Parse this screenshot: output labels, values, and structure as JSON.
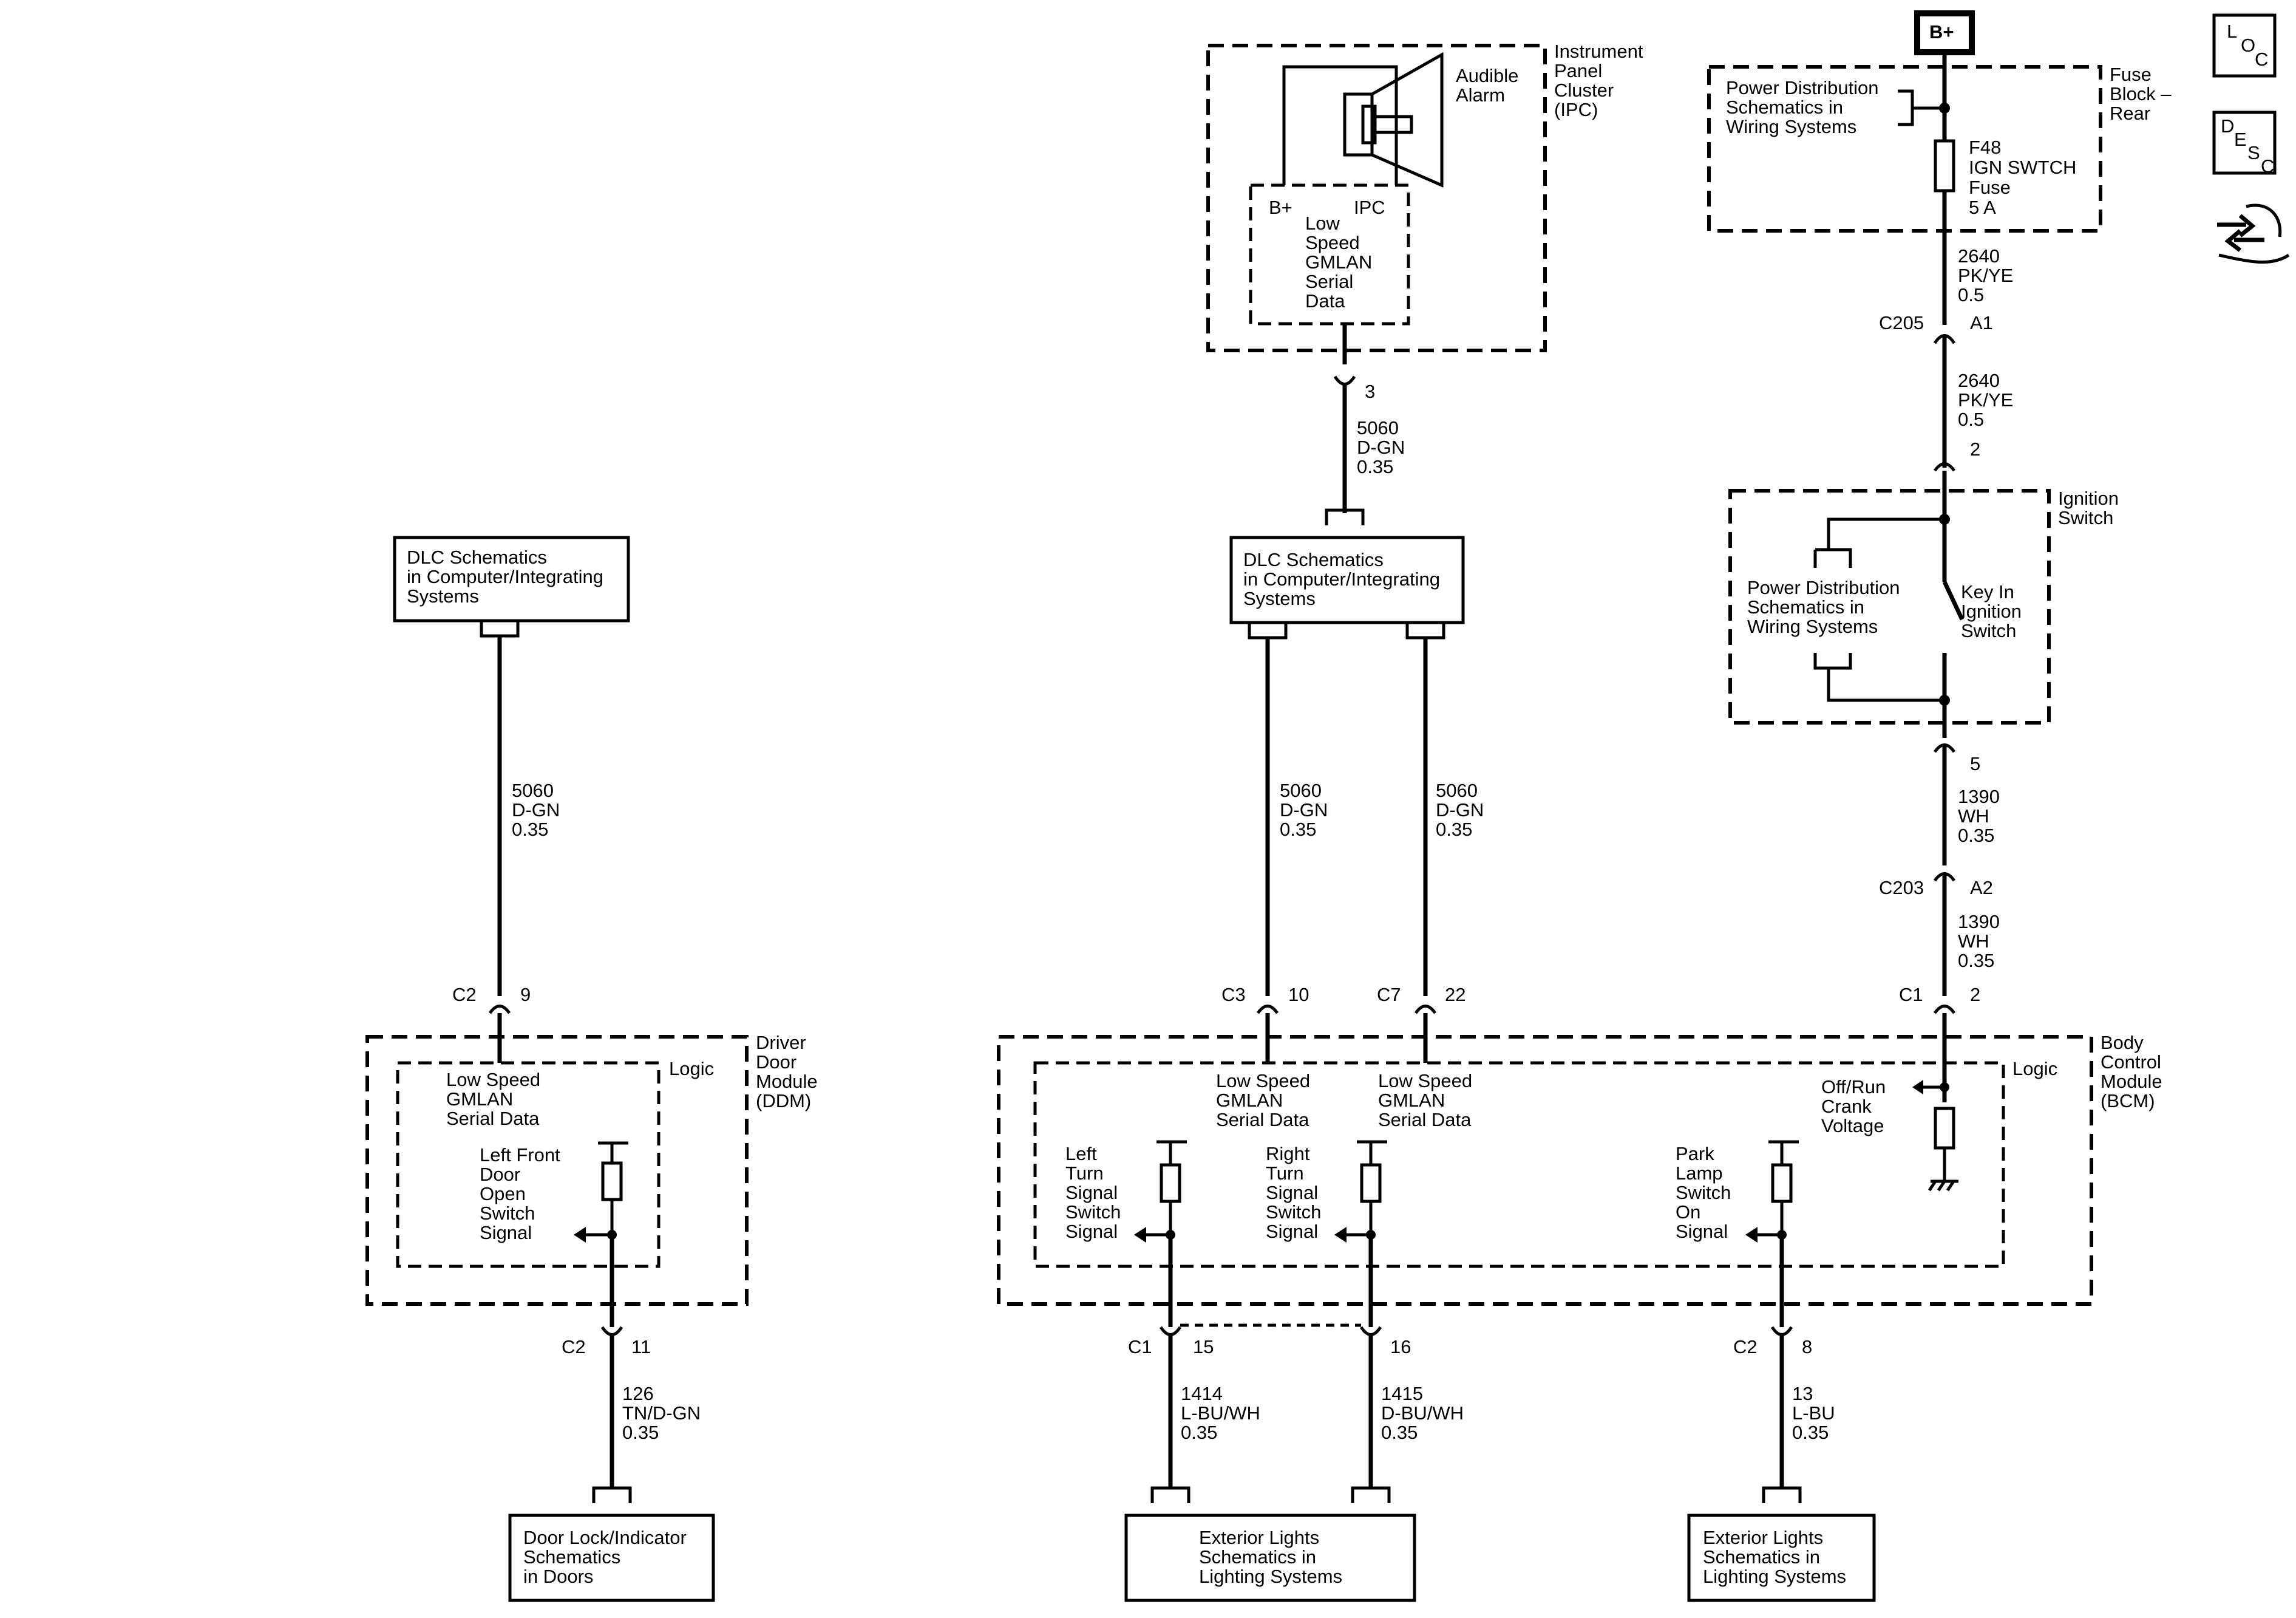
{
  "corner": {
    "loc": [
      "L",
      "O",
      "C"
    ],
    "desc": [
      "D",
      "E",
      "S",
      "C"
    ]
  },
  "battery": "B+",
  "fuse_block": {
    "name": [
      "Fuse",
      "Block –",
      "Rear"
    ],
    "ref": [
      "Power Distribution",
      "Schematics in",
      "Wiring Systems"
    ],
    "fuse": [
      "F48",
      "IGN SWTCH",
      "Fuse",
      "5 A"
    ]
  },
  "wire_2640": [
    "2640",
    "PK/YE",
    "0.5"
  ],
  "c205": {
    "conn": "C205",
    "pin": "A1"
  },
  "ign_pin_in": "2",
  "ignition_switch": {
    "name": [
      "Ignition",
      "Switch"
    ],
    "ref": [
      "Power Distribution",
      "Schematics in",
      "Wiring Systems"
    ],
    "key": [
      "Key In",
      "Ignition",
      "Switch"
    ]
  },
  "ign_pin_out": "5",
  "wire_1390": [
    "1390",
    "WH",
    "0.35"
  ],
  "c203": {
    "conn": "C203",
    "pin": "A2"
  },
  "bcm_c1": {
    "conn": "C1",
    "pin": "2"
  },
  "ipc": {
    "name": [
      "Instrument",
      "Panel",
      "Cluster",
      "(IPC)"
    ],
    "alarm": [
      "Audible",
      "Alarm"
    ],
    "bplus": "B+",
    "ipc": "IPC",
    "gmlan": [
      "Low",
      "Speed",
      "GMLAN",
      "Serial",
      "Data"
    ],
    "pin": "3"
  },
  "wire_5060": [
    "5060",
    "D-GN",
    "0.35"
  ],
  "dlc_ref": [
    "DLC Schematics",
    "in Computer/Integrating",
    "Systems"
  ],
  "ddm": {
    "name": [
      "Driver",
      "Door",
      "Module",
      "(DDM)"
    ],
    "logic": "Logic",
    "gmlan": [
      "Low Speed",
      "GMLAN",
      "Serial Data"
    ],
    "signal": [
      "Left Front",
      "Door",
      "Open",
      "Switch",
      "Signal"
    ],
    "top_conn": "C2",
    "top_pin": "9",
    "bot_conn": "C2",
    "bot_pin": "11"
  },
  "wire_126": [
    "126",
    "TN/D-GN",
    "0.35"
  ],
  "door_lock_ref": [
    "Door Lock/Indicator",
    "Schematics",
    "in Doors"
  ],
  "bcm": {
    "name": [
      "Body",
      "Control",
      "Module",
      "(BCM)"
    ],
    "logic": "Logic",
    "gmlan1": [
      "Low Speed",
      "GMLAN",
      "Serial Data"
    ],
    "gmlan2": [
      "Low Speed",
      "GMLAN",
      "Serial Data"
    ],
    "c3": "C3",
    "c3_pin": "10",
    "c7": "C7",
    "c7_pin": "22",
    "left_turn": [
      "Left",
      "Turn",
      "Signal",
      "Switch",
      "Signal"
    ],
    "right_turn": [
      "Right",
      "Turn",
      "Signal",
      "Switch",
      "Signal"
    ],
    "park": [
      "Park",
      "Lamp",
      "Switch",
      "On",
      "Signal"
    ],
    "offrun": [
      "Off/Run",
      "Crank",
      "Voltage"
    ],
    "c1": "C1",
    "c1_pin_a": "15",
    "c1_pin_b": "16",
    "c2": "C2",
    "c2_pin": "8"
  },
  "wire_1414": [
    "1414",
    "L-BU/WH",
    "0.35"
  ],
  "wire_1415": [
    "1415",
    "D-BU/WH",
    "0.35"
  ],
  "wire_13": [
    "13",
    "L-BU",
    "0.35"
  ],
  "ext_lights_ref": [
    "Exterior Lights",
    "Schematics in",
    "Lighting Systems"
  ]
}
